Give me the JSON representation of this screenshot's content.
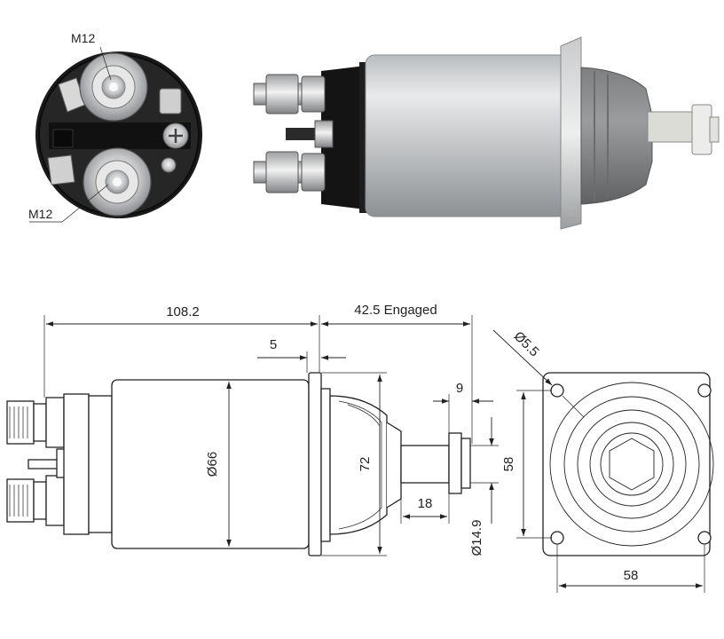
{
  "photo": {
    "thread_label_top": "M12",
    "thread_label_bottom": "M12"
  },
  "dimensions": {
    "overall_length": "108.2",
    "engaged_travel": "42.5 Engaged",
    "flange_offset": "5",
    "plunger_tip": "9",
    "body_diameter": "Ø66",
    "flange_height": "72",
    "plunger_length": "18",
    "plunger_diameter": "Ø14.9",
    "plunger_head": "58",
    "hole_diameter": "Ø5.5",
    "flange_width": "58"
  }
}
